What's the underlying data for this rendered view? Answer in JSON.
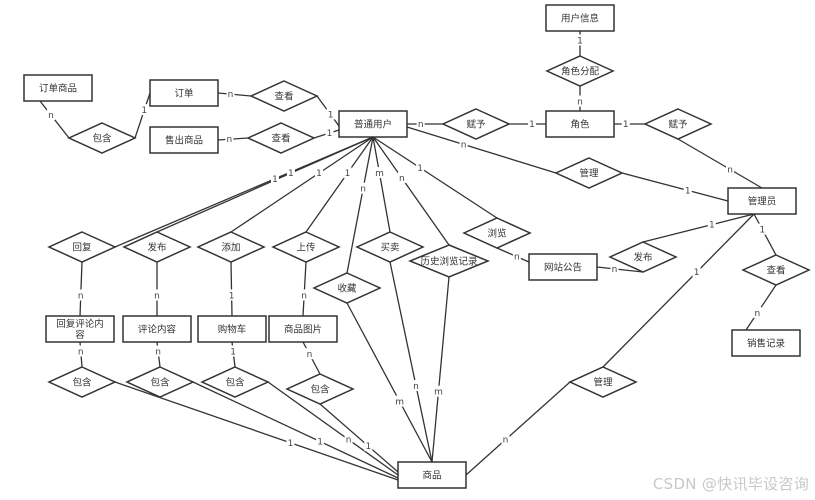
{
  "diagram": {
    "title": "",
    "type": "er-diagram",
    "entities": [
      {
        "id": "user_info",
        "label": "用户信息"
      },
      {
        "id": "order_goods",
        "label": "订单商品"
      },
      {
        "id": "order",
        "label": "订单"
      },
      {
        "id": "sold_goods",
        "label": "售出商品"
      },
      {
        "id": "normal_user",
        "label": "普通用户"
      },
      {
        "id": "role",
        "label": "角色"
      },
      {
        "id": "admin",
        "label": "管理员"
      },
      {
        "id": "announcement",
        "label": "网站公告"
      },
      {
        "id": "sales_record",
        "label": "销售记录"
      },
      {
        "id": "reply_comment",
        "label": "回复评论内容"
      },
      {
        "id": "comment",
        "label": "评论内容"
      },
      {
        "id": "cart",
        "label": "购物车"
      },
      {
        "id": "goods_image",
        "label": "商品图片"
      },
      {
        "id": "goods",
        "label": "商品"
      }
    ],
    "relationships": [
      {
        "id": "r_role_assign",
        "label": "角色分配"
      },
      {
        "id": "r_contain_order",
        "label": "包含"
      },
      {
        "id": "r_view_order",
        "label": "查看"
      },
      {
        "id": "r_view_sold",
        "label": "查看"
      },
      {
        "id": "r_grant_user",
        "label": "赋予"
      },
      {
        "id": "r_grant_admin",
        "label": "赋予"
      },
      {
        "id": "r_manage_user",
        "label": "管理"
      },
      {
        "id": "r_reply",
        "label": "回复"
      },
      {
        "id": "r_publish_comment",
        "label": "发布"
      },
      {
        "id": "r_add",
        "label": "添加"
      },
      {
        "id": "r_upload",
        "label": "上传"
      },
      {
        "id": "r_favorite",
        "label": "收藏"
      },
      {
        "id": "r_trade",
        "label": "买卖"
      },
      {
        "id": "r_history",
        "label": "历史浏览记录"
      },
      {
        "id": "r_browse",
        "label": "浏览"
      },
      {
        "id": "r_publish_ann",
        "label": "发布"
      },
      {
        "id": "r_view_sales",
        "label": "查看"
      },
      {
        "id": "r_contain_reply",
        "label": "包含"
      },
      {
        "id": "r_contain_comment",
        "label": "包含"
      },
      {
        "id": "r_contain_cart",
        "label": "包含"
      },
      {
        "id": "r_contain_image",
        "label": "包含"
      },
      {
        "id": "r_manage_goods",
        "label": "管理"
      }
    ],
    "edges": [
      {
        "from": "user_info",
        "to": "r_role_assign",
        "cardinality": "1"
      },
      {
        "from": "r_role_assign",
        "to": "role",
        "cardinality": "n"
      },
      {
        "from": "order_goods",
        "to": "r_contain_order",
        "cardinality": "n"
      },
      {
        "from": "r_contain_order",
        "to": "order",
        "cardinality": "1"
      },
      {
        "from": "order",
        "to": "r_view_order",
        "cardinality": "n"
      },
      {
        "from": "r_view_order",
        "to": "normal_user",
        "cardinality": "1"
      },
      {
        "from": "sold_goods",
        "to": "r_view_sold",
        "cardinality": "n"
      },
      {
        "from": "r_view_sold",
        "to": "normal_user",
        "cardinality": "1"
      },
      {
        "from": "normal_user",
        "to": "r_grant_user",
        "cardinality": "n"
      },
      {
        "from": "r_grant_user",
        "to": "role",
        "cardinality": "1"
      },
      {
        "from": "role",
        "to": "r_grant_admin",
        "cardinality": "1"
      },
      {
        "from": "r_grant_admin",
        "to": "admin",
        "cardinality": "n"
      },
      {
        "from": "normal_user",
        "to": "r_manage_user",
        "cardinality": "n"
      },
      {
        "from": "r_manage_user",
        "to": "admin",
        "cardinality": "1"
      },
      {
        "from": "normal_user",
        "to": "r_reply",
        "cardinality": "1"
      },
      {
        "from": "normal_user",
        "to": "r_publish_comment",
        "cardinality": "1"
      },
      {
        "from": "normal_user",
        "to": "r_add",
        "cardinality": "1"
      },
      {
        "from": "normal_user",
        "to": "r_upload",
        "cardinality": "1"
      },
      {
        "from": "normal_user",
        "to": "r_favorite",
        "cardinality": "n"
      },
      {
        "from": "normal_user",
        "to": "r_trade",
        "cardinality": "m"
      },
      {
        "from": "normal_user",
        "to": "r_history",
        "cardinality": "n"
      },
      {
        "from": "normal_user",
        "to": "r_browse",
        "cardinality": "1"
      },
      {
        "from": "r_reply",
        "to": "reply_comment",
        "cardinality": "n"
      },
      {
        "from": "r_publish_comment",
        "to": "comment",
        "cardinality": "n"
      },
      {
        "from": "r_add",
        "to": "cart",
        "cardinality": "1"
      },
      {
        "from": "r_upload",
        "to": "goods_image",
        "cardinality": "n"
      },
      {
        "from": "r_browse",
        "to": "announcement",
        "cardinality": "n"
      },
      {
        "from": "announcement",
        "to": "r_publish_ann",
        "cardinality": "n"
      },
      {
        "from": "r_publish_ann",
        "to": "admin",
        "cardinality": "1"
      },
      {
        "from": "admin",
        "to": "r_view_sales",
        "cardinality": "1"
      },
      {
        "from": "r_view_sales",
        "to": "sales_record",
        "cardinality": "n"
      },
      {
        "from": "reply_comment",
        "to": "r_contain_reply",
        "cardinality": "n"
      },
      {
        "from": "comment",
        "to": "r_contain_comment",
        "cardinality": "n"
      },
      {
        "from": "cart",
        "to": "r_contain_cart",
        "cardinality": "1"
      },
      {
        "from": "goods_image",
        "to": "r_contain_image",
        "cardinality": "n"
      },
      {
        "from": "r_contain_reply",
        "to": "goods",
        "cardinality": "1"
      },
      {
        "from": "r_contain_comment",
        "to": "goods",
        "cardinality": "1"
      },
      {
        "from": "r_contain_cart",
        "to": "goods",
        "cardinality": "n"
      },
      {
        "from": "r_contain_image",
        "to": "goods",
        "cardinality": "1"
      },
      {
        "from": "r_favorite",
        "to": "goods",
        "cardinality": "m"
      },
      {
        "from": "r_trade",
        "to": "goods",
        "cardinality": "n"
      },
      {
        "from": "r_history",
        "to": "goods",
        "cardinality": "m"
      },
      {
        "from": "admin",
        "to": "r_manage_goods",
        "cardinality": "1"
      },
      {
        "from": "r_manage_goods",
        "to": "goods",
        "cardinality": "n"
      }
    ]
  },
  "watermark": "CSDN @快讯毕设咨询"
}
